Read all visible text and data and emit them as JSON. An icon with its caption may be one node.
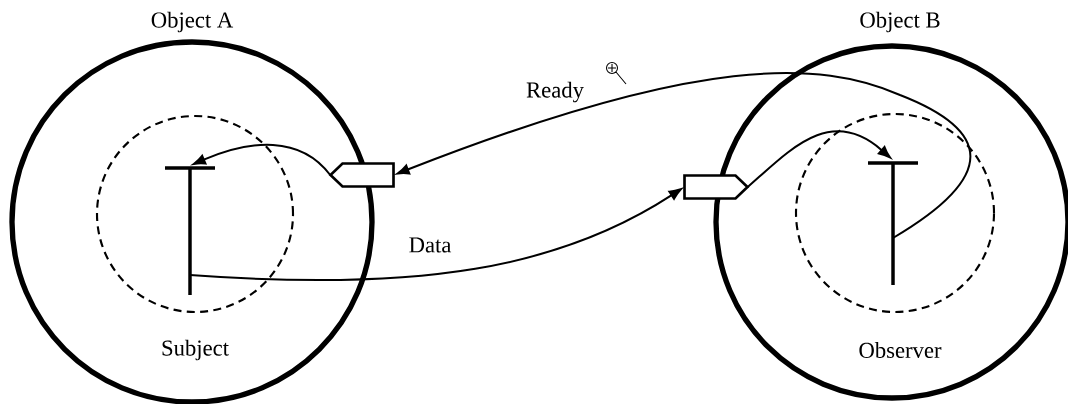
{
  "diagram": {
    "nodes": [
      {
        "text": [
          "Object A"
        ]
      },
      {
        "text": [
          "Subject"
        ],
        "in": 0
      },
      {
        "text": [],
        "shape": "bar",
        "in": 1
      },
      {
        "text": [],
        "shape": "box"
      },
      {
        "text": [
          "Object B"
        ]
      },
      {
        "text": [
          "Observer"
        ],
        "in": 4
      },
      {
        "text": [],
        "shape": "bar",
        "in": 5
      },
      {
        "text": [],
        "shape": "box"
      }
    ],
    "edges": [
      {
        "from": 2,
        "to": 7,
        "arrow": "to",
        "label": "Data"
      },
      {
        "from": 3,
        "to": 2,
        "arrow": "to"
      },
      {
        "from": 6,
        "to": 3,
        "arrow": "to",
        "label": "Ready"
      },
      {
        "from": 7,
        "to": 6,
        "arrow": "to"
      }
    ]
  }
}
